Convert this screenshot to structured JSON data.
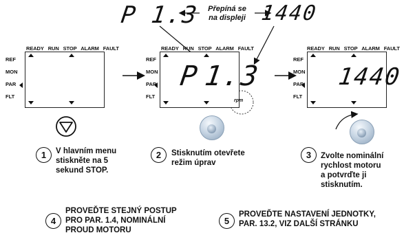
{
  "top": {
    "p_label": "P",
    "p_value": "1.3",
    "caption_line1": "Přepíná se",
    "caption_line2": "na displeji",
    "rpm_value": "1440"
  },
  "status_labels": [
    "READY",
    "RUN",
    "STOP",
    "ALARM",
    "FAULT"
  ],
  "side_labels": [
    "REF",
    "MON",
    "PAR",
    "FLT"
  ],
  "panels": [
    {
      "main": "",
      "value": ""
    },
    {
      "main": "P",
      "value": "1.3",
      "unit": "rpm"
    },
    {
      "main": "",
      "value": "1440"
    }
  ],
  "steps": [
    {
      "num": "1",
      "lines": [
        "V hlavním menu",
        "stiskněte na 5",
        "sekund STOP."
      ]
    },
    {
      "num": "2",
      "lines": [
        "Stisknutím otevřete",
        "režim úprav"
      ]
    },
    {
      "num": "3",
      "lines": [
        "Zvolte nominální",
        "rychlost motoru",
        "a potvrďte ji",
        "stisknutím."
      ]
    },
    {
      "num": "4",
      "lines": [
        "PROVEĎTE STEJNÝ POSTUP",
        "PRO PAR. 1.4, NOMINÁLNÍ",
        "PROUD MOTORU"
      ]
    },
    {
      "num": "5",
      "lines": [
        "PROVEĎTE NASTAVENÍ JEDNOTKY,",
        "PAR. 13.2, VIZ DALŠÍ STRÁNKU"
      ]
    }
  ],
  "icons": {
    "stop": "stop-triangle-icon",
    "knob": "knob-button-icon",
    "rotate": "rotate-arrow-icon"
  }
}
